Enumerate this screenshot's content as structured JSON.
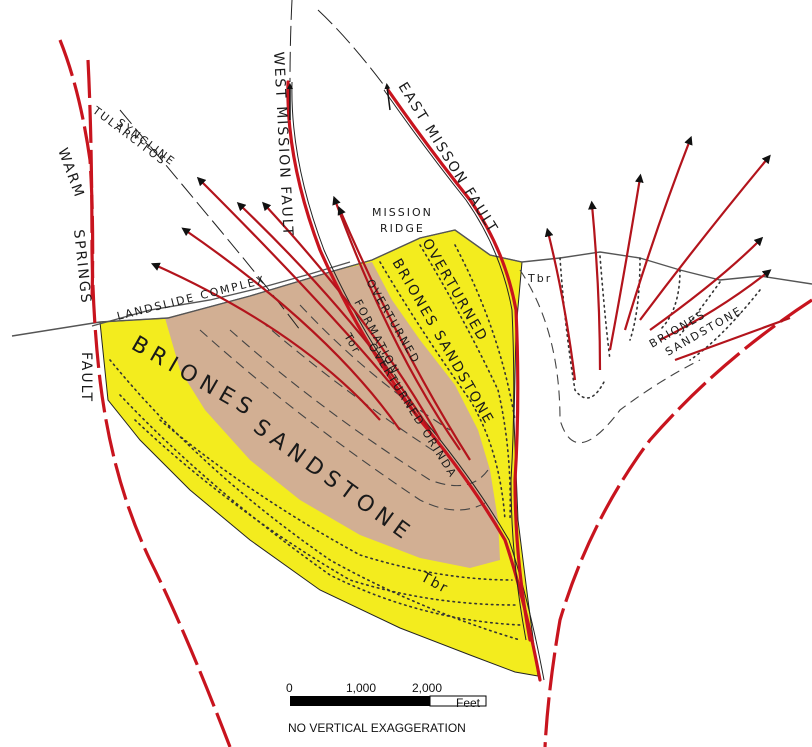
{
  "colors": {
    "briones": "#f3ec1e",
    "orinda": "#d2af93",
    "fault": "#c8141e",
    "line": "#222222"
  },
  "labels": {
    "warm_springs_a": "WARM",
    "warm_springs_b": "SPRINGS",
    "warm_springs_c": "FAULT",
    "tularcitos_a": "TULARCITOS",
    "tularcitos_b": "SYNCLINE",
    "west_mission_fault": "WEST MISSION FAULT",
    "east_mission_fault": "EAST MISSON FAULT",
    "mission_a": "MISSION",
    "mission_b": "RIDGE",
    "landslide": "LANDSLIDE COMPLEX",
    "overturned_1": "OVERTURNED",
    "briones_sandstone_upper": "BRIONES SANDSTONE",
    "overturned_orinda_a": "OVERTURNED",
    "overturned_orinda_b": "FORMATION",
    "overturned_orinda_c": "OVERTURNED ORINDA",
    "tor": "Tor",
    "tbr_upper": "Tbr",
    "tbr_lower": "Tbr",
    "briones_main": "BRIONES",
    "sandstone_main": "SANDSTONE",
    "briones_right_a": "BRIONES",
    "briones_right_b": "SANDSTONE"
  },
  "scale": {
    "tick_0": "0",
    "tick_1": "1,000",
    "tick_2": "2,000",
    "unit": "Feet",
    "note": "NO VERTICAL EXAGGERATION"
  }
}
